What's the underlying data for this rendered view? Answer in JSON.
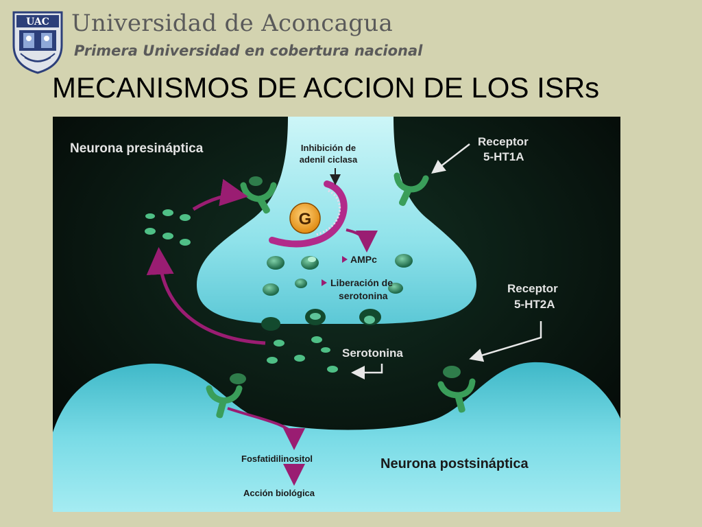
{
  "header": {
    "logo_text": "UAC",
    "university_name": "Universidad de Aconcagua",
    "tagline": "Primera Universidad en cobertura nacional"
  },
  "slide": {
    "title": "MECANISMOS DE ACCION DE LOS ISRs"
  },
  "diagram": {
    "presynaptic_label": "Neurona presináptica",
    "inhibition_label_1": "Inhibición de",
    "inhibition_label_2": "adenil ciclasa",
    "g_protein": "G",
    "ampc_label": "AMPc",
    "release_label_1": "Liberación de",
    "release_label_2": "serotonina",
    "receptor1_label_1": "Receptor",
    "receptor1_label_2": "5-HT1A",
    "receptor2_label_1": "Receptor",
    "receptor2_label_2": "5-HT2A",
    "serotonin_label": "Serotonina",
    "phospho_label": "Fosfatidilinositol",
    "action_label": "Acción biológica",
    "postsynaptic_label": "Neurona postsináptica",
    "colors": {
      "background": "#0b1712",
      "neuron": "#6fd6e0",
      "receptor": "#3a9e5a",
      "arrow": "#9a1d72",
      "g_protein": "#e89a1a"
    }
  }
}
